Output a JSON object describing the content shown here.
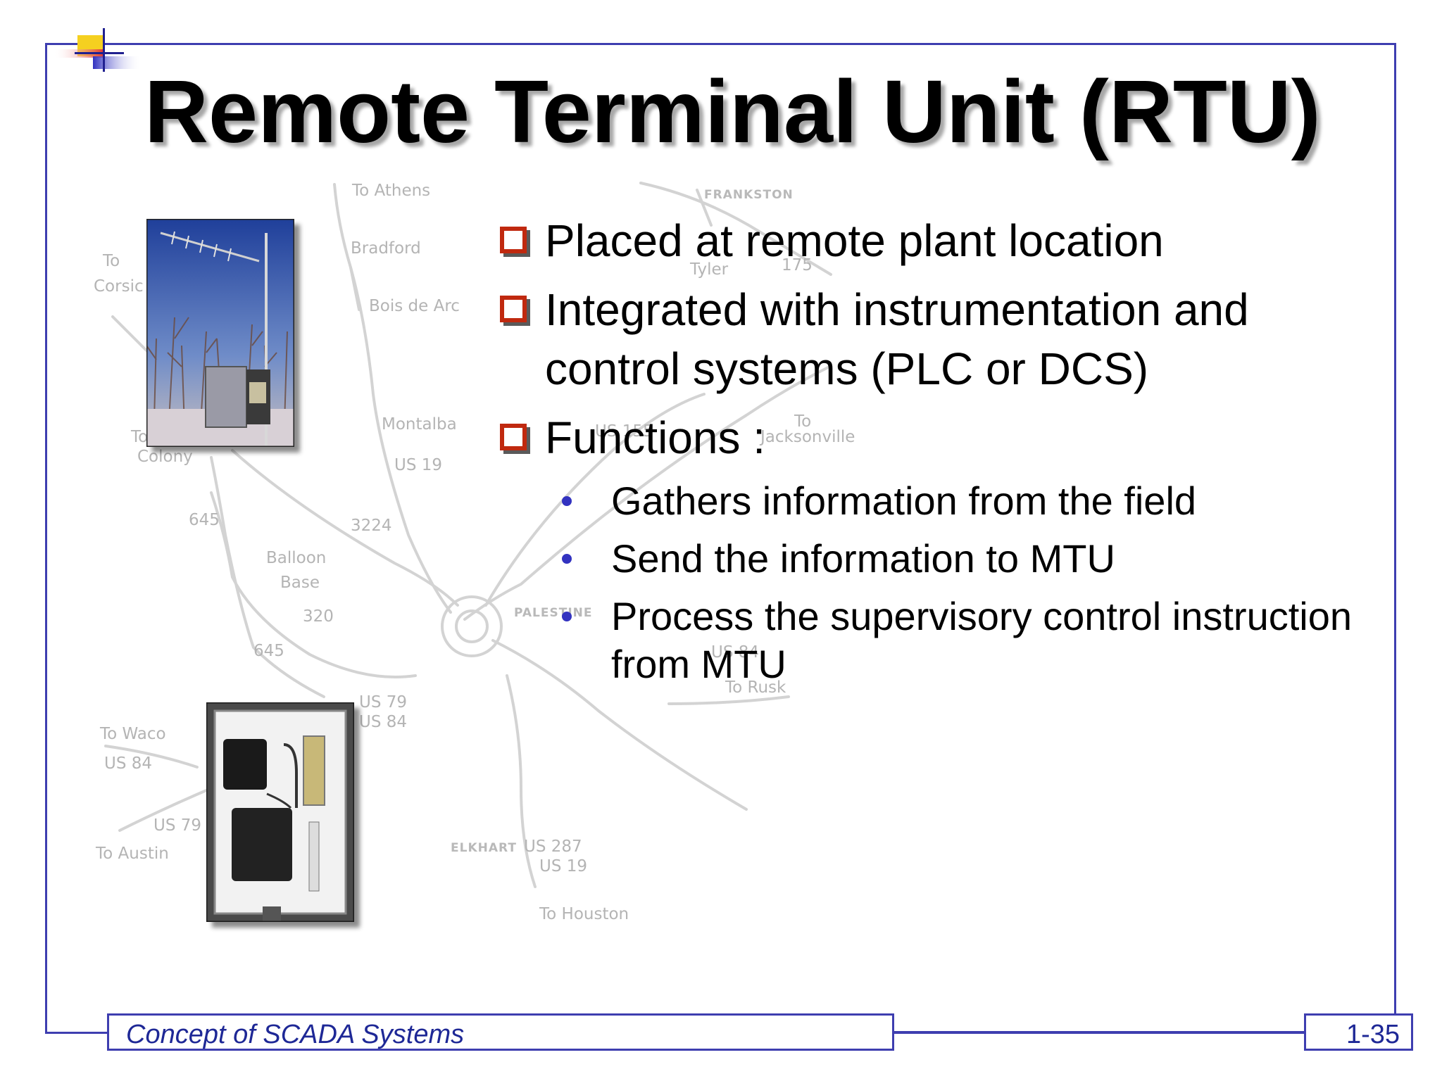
{
  "slide": {
    "title": "Remote Terminal Unit (RTU)",
    "bullets": [
      {
        "text": "Placed at remote plant location"
      },
      {
        "text": "Integrated with instrumentation and control systems (PLC or DCS)"
      },
      {
        "text": "Functions :",
        "sub": [
          "Gathers information from the field",
          "Send the information to MTU",
          "Process the supervisory control instruction from MTU"
        ]
      }
    ],
    "footer": "Concept of SCADA Systems",
    "page_number": "1-35"
  },
  "map_labels": {
    "to_athens": "To Athens",
    "bradford": "Bradford",
    "bois_de_arc": "Bois de Arc",
    "montalba": "Montalba",
    "us19_a": "US 19",
    "to_corsic_1": "To",
    "to_corsic_2": "Corsic",
    "to_colony_1": "To",
    "to_colony_2": "Colony",
    "r645_a": "645",
    "r3224": "3224",
    "balloon": "Balloon",
    "base": "Base",
    "r320": "320",
    "r645_b": "645",
    "us79_a": "US 79",
    "us84_a": "US 84",
    "to_waco": "To Waco",
    "us84_b": "US 84",
    "us79_b": "US 79",
    "to_austin": "To Austin",
    "elkhart": "ELKHART",
    "us287": "US 287",
    "us19_b": "US 19",
    "to_houston": "To Houston",
    "frankston": "FRANKSTON",
    "tyler": "Tyler",
    "r175": "175",
    "us155": "US 155",
    "to_jacksonville_1": "To",
    "to_jacksonville_2": "Jacksonville",
    "palestine": "PALESTINE",
    "us84_c": "US 84",
    "to_rusk": "To Rusk"
  },
  "colors": {
    "frame": "#3e3eb0",
    "checkbox": "#c0290f",
    "bullet_dot": "#3232c0",
    "footer_text": "#1e2896"
  },
  "icons": {
    "bullet_level1": "checkbox-icon",
    "bullet_level2": "dot-icon",
    "corner": "slide-corner-logo"
  }
}
